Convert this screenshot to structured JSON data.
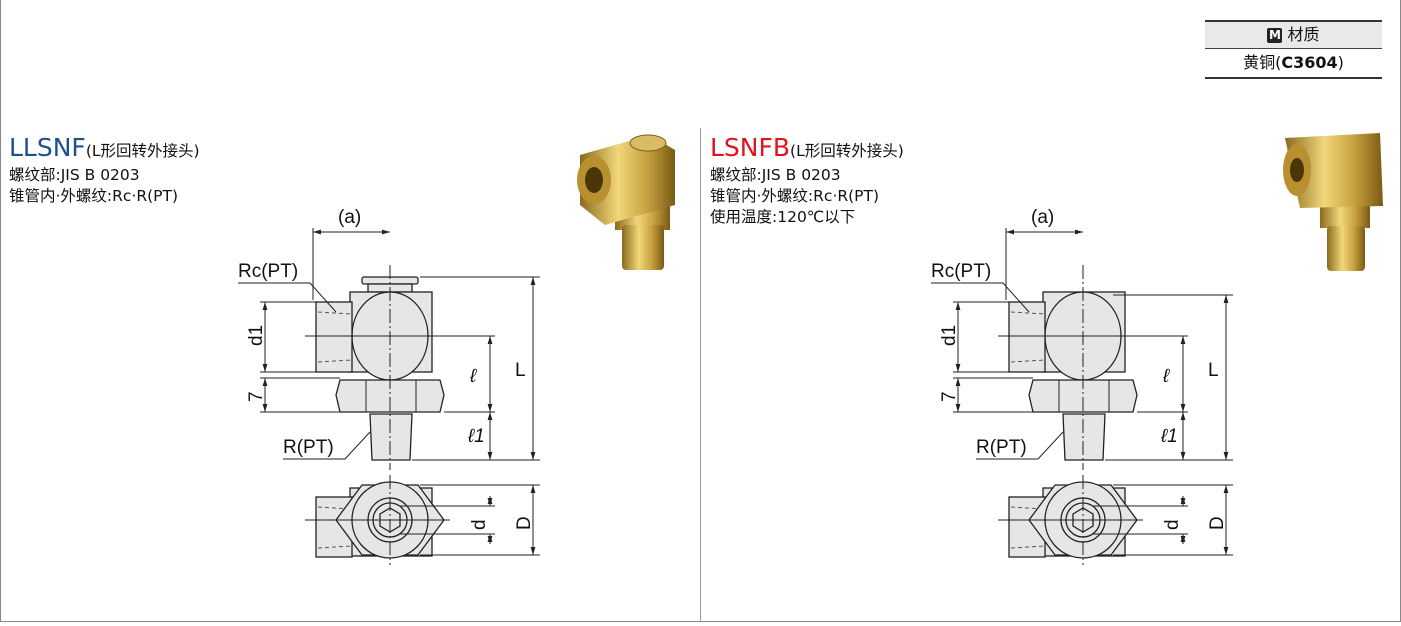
{
  "material": {
    "header": "材质",
    "header_badge": "M",
    "value_prefix": "黄铜(",
    "value_code": "C3604",
    "value_suffix": ")"
  },
  "products": [
    {
      "code": "LLSNF",
      "code_color": "#1d4f91",
      "desc": "(L形回转外接头)",
      "specs": [
        "螺纹部:JIS B 0203",
        "锥管内·外螺纹:Rc·R(PT)"
      ]
    },
    {
      "code": "LSNFB",
      "code_color": "#e0141e",
      "desc": "(L形回转外接头)",
      "specs": [
        "螺纹部:JIS B 0203",
        "锥管内·外螺纹:Rc·R(PT)",
        "使用温度:120℃以下"
      ]
    }
  ],
  "drawing_labels": {
    "a": "(a)",
    "rc": "Rc(PT)",
    "r": "R(PT)",
    "d1": "d1",
    "seven": "7",
    "l": "ℓ",
    "l1": "ℓ1",
    "L": "L",
    "d": "d",
    "D": "D"
  }
}
